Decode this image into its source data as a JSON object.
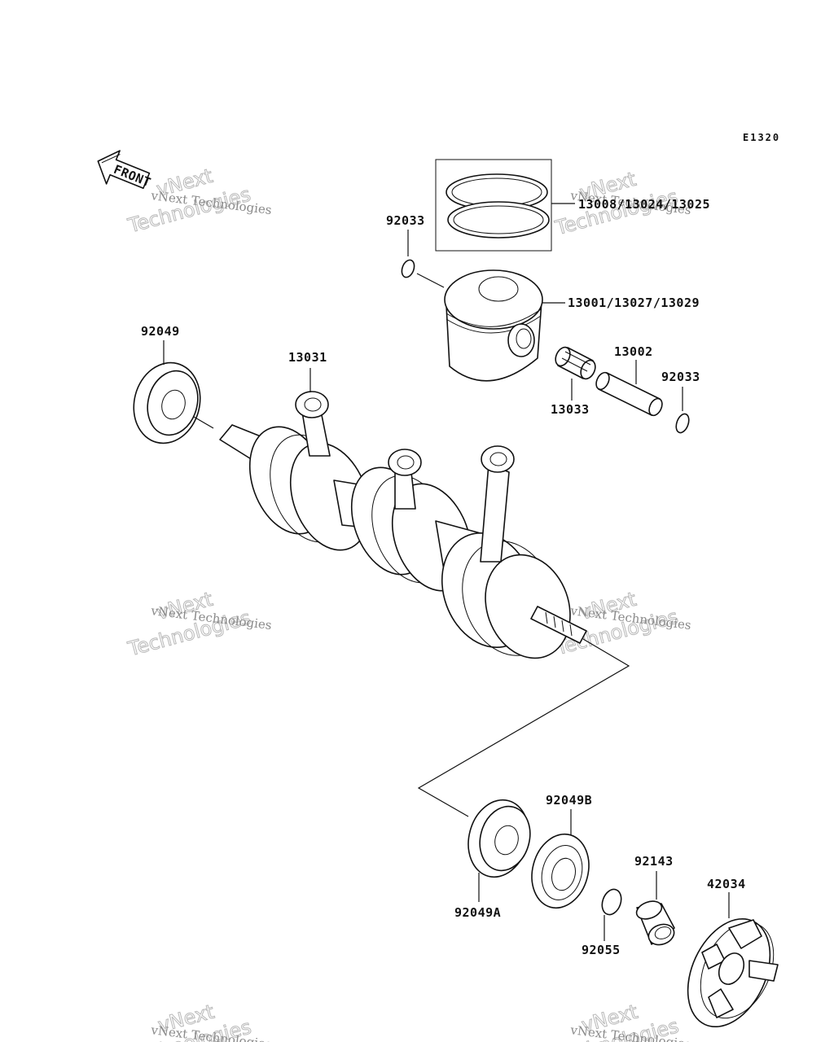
{
  "diagram_code": "E1320",
  "front_label": "FRONT",
  "watermark": {
    "line1": "vNext",
    "line2": "Technologies",
    "line3": "vNext Technologies"
  },
  "labels": {
    "piston_ring_set": "13008/13024/13025",
    "circlip_left": "92033",
    "piston": "13001/13027/13029",
    "oil_seal": "92049",
    "connecting_rod": "13031",
    "piston_pin": "13002",
    "circlip_right": "92033",
    "needle_bearing": "13033",
    "oil_seal_b": "92049B",
    "oil_seal_a": "92049A",
    "collar": "92143",
    "o_ring": "92055",
    "coupling": "42034"
  }
}
